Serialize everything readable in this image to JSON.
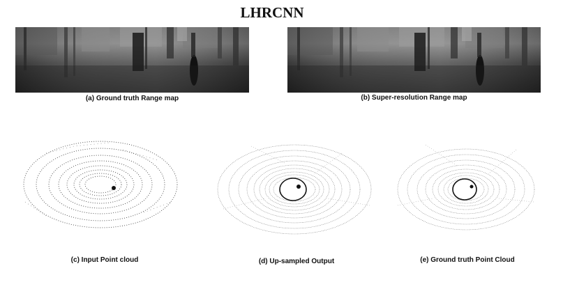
{
  "figure": {
    "title": "LHRCNN",
    "panels": [
      {
        "id": "a",
        "caption": "(a) Ground truth Range map",
        "kind": "range-map"
      },
      {
        "id": "b",
        "caption": "(b) Super-resolution Range map",
        "kind": "range-map"
      },
      {
        "id": "c",
        "caption": "(c) Input Point cloud",
        "kind": "point-cloud"
      },
      {
        "id": "d",
        "caption": "(d) Up-sampled Output",
        "kind": "point-cloud"
      },
      {
        "id": "e",
        "caption": "(e) Ground truth Point Cloud",
        "kind": "point-cloud"
      }
    ]
  }
}
